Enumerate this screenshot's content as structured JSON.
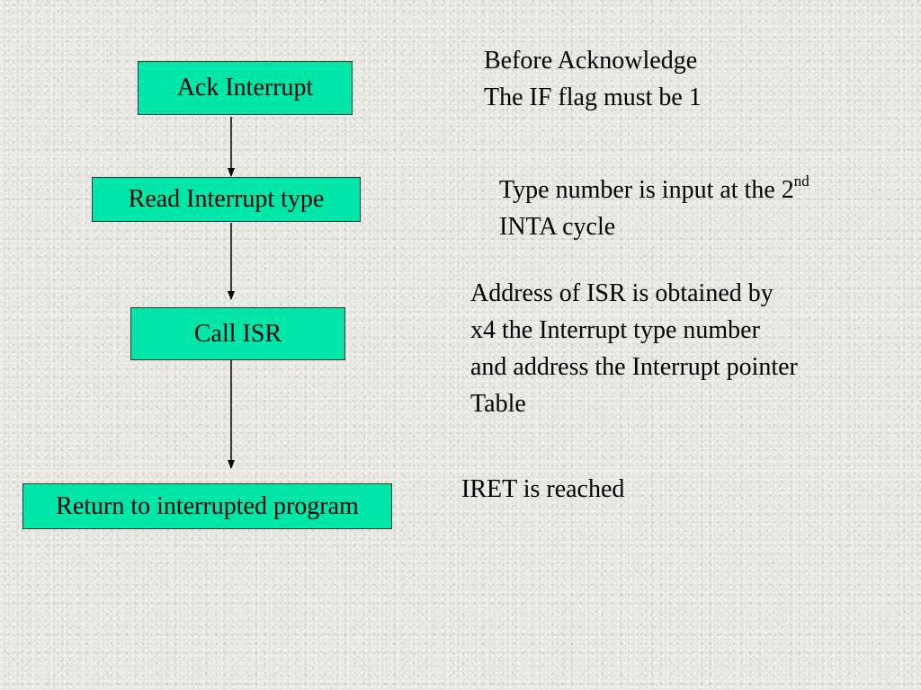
{
  "flowchart": {
    "steps": [
      {
        "label": "Ack Interrupt"
      },
      {
        "label": "Read Interrupt type"
      },
      {
        "label": "Call ISR"
      },
      {
        "label": "Return to interrupted program"
      }
    ]
  },
  "notes": {
    "ack": {
      "line1": "Before Acknowledge",
      "line2": "The IF flag must be 1"
    },
    "type": {
      "line1": "Type number is input at the 2",
      "line1_sup": "nd",
      "line2": "INTA cycle"
    },
    "isr": {
      "line1": "Address of ISR is obtained by",
      "line2": "x4 the Interrupt type number",
      "line3": "and address the Interrupt pointer",
      "line4": "Table"
    },
    "iret": {
      "line1": "IRET is reached"
    }
  },
  "colors": {
    "box_fill": "#00e6a8",
    "background": "#e6e5df"
  }
}
